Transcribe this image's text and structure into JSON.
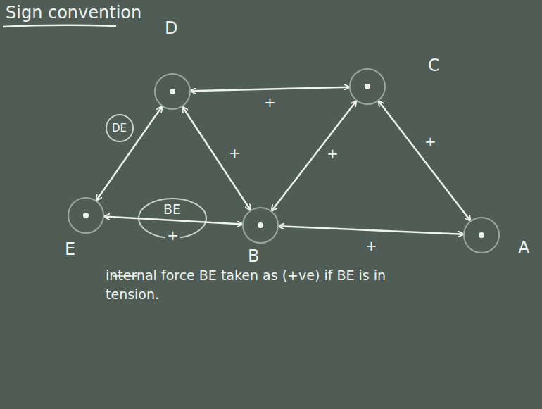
{
  "diagram": {
    "title": "Sign convention",
    "caption": "internal force BE taken as (+ve) if BE is in tension.",
    "nodes": [
      {
        "text": [
          "D"
        ]
      },
      {
        "text": [
          "C"
        ]
      },
      {
        "text": [
          "E"
        ]
      },
      {
        "text": [
          "B"
        ]
      },
      {
        "text": [
          "A"
        ]
      }
    ],
    "edges": [
      {
        "from": 0,
        "to": 1,
        "arrow": "both",
        "label": "+"
      },
      {
        "from": 0,
        "to": 3,
        "arrow": "both",
        "label": "+"
      },
      {
        "from": 1,
        "to": 3,
        "arrow": "both",
        "label": "+"
      },
      {
        "from": 1,
        "to": 4,
        "arrow": "both",
        "label": "+"
      },
      {
        "from": 2,
        "to": 0,
        "arrow": "both"
      },
      {
        "from": 2,
        "to": 3,
        "arrow": "both"
      },
      {
        "from": 3,
        "to": 4,
        "arrow": "both",
        "label": "+"
      }
    ],
    "labels": [
      "DE",
      "BE",
      "+"
    ]
  }
}
